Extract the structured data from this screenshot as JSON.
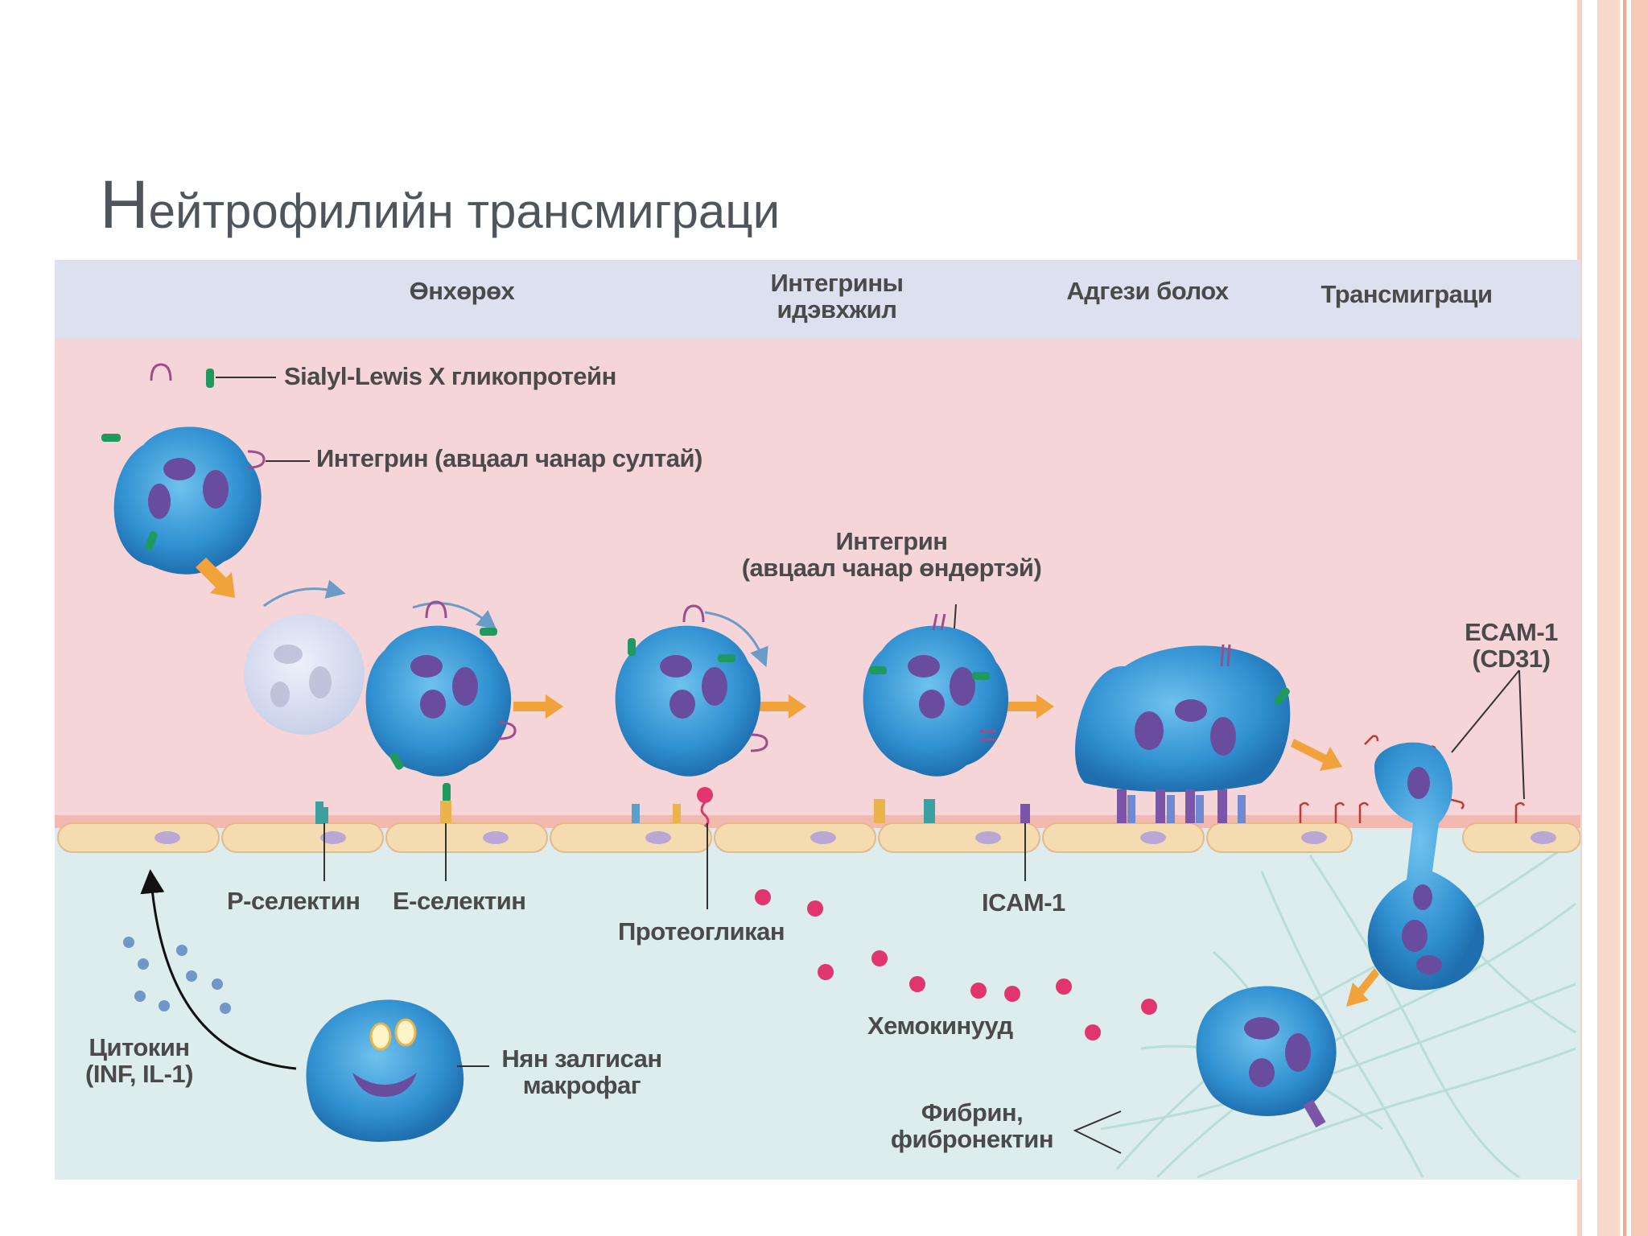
{
  "slide": {
    "title_initial": "Н",
    "title_rest": "ейтрофилийн трансмиграци"
  },
  "stages": [
    {
      "line1": "Өнхөрөх",
      "line2": ""
    },
    {
      "line1": "Интегрины",
      "line2": "идэвхжил"
    },
    {
      "line1": "Адгези болох",
      "line2": ""
    },
    {
      "line1": "Трансмиграци",
      "line2": ""
    }
  ],
  "labels": {
    "sialyl": "Sialyl-Lewis X гликопротейн",
    "integrin_low": "Интегрин (авцаал чанар султай)",
    "integrin_high_1": "Интегрин",
    "integrin_high_2": "(авцаал чанар өндөртэй)",
    "ecam_1": "ECAM-1",
    "ecam_2": "(CD31)",
    "p_selectin": "P-селектин",
    "e_selectin": "E-селектин",
    "proteoglycan": "Протеогликан",
    "icam": "ICAM-1",
    "chemokines": "Хемокинууд",
    "cytokine_1": "Цитокин",
    "cytokine_2": "(INF, IL-1)",
    "macrophage_1": "Нян залгисан",
    "macrophage_2": "макрофаг",
    "fibrin_1": "Фибрин,",
    "fibrin_2": "фибронектин"
  },
  "colors": {
    "header_band": "#dde0ee",
    "vessel_lumen": "#f6d5d9",
    "tissue": "#ddecec",
    "endothelium": "#f4dcb0",
    "cell_blue": "#2f8fd0",
    "nucleus": "#6a4c9e",
    "arrow_orange": "#f2a23a",
    "chemokine_pink": "#e0356e",
    "title_gray": "#4f555c"
  }
}
